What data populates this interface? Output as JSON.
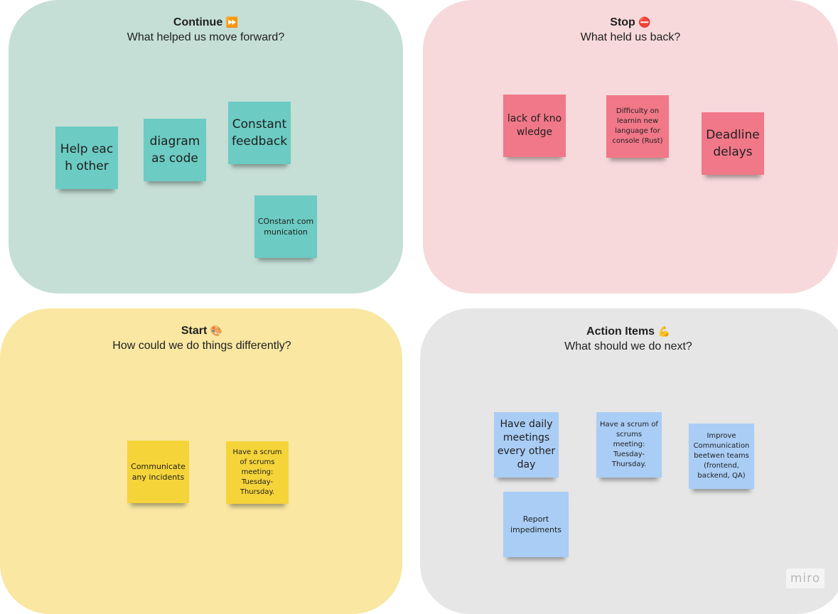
{
  "panels": {
    "continue": {
      "title": "Continue",
      "emoji": "⏩",
      "subtitle": "What helped us move forward?",
      "color": "#c5dfd7"
    },
    "stop": {
      "title": "Stop",
      "emoji": "⛔",
      "subtitle": "What held us back?",
      "color": "#f7d9db"
    },
    "start": {
      "title": "Start",
      "emoji": "🎨",
      "subtitle": "How could we do things differently?",
      "color": "#f9e7a2"
    },
    "action": {
      "title": "Action Items",
      "emoji": "💪",
      "subtitle": "What should we do next?",
      "color": "#e6e6e6"
    }
  },
  "stickies": {
    "continue": [
      "Help each other",
      "diagram as code",
      "Constant feedback",
      "COnstant communication"
    ],
    "stop": [
      "lack of knowledge",
      "Difficulty on learnin new language for console (Rust)",
      "Deadline delays"
    ],
    "start": [
      "Communicate any incidents",
      "Have a scrum of scrums meeting: Tuesday-Thursday."
    ],
    "action": [
      "Have daily meetings every other day",
      "Have a scrum of scrums meeting: Tuesday-Thursday.",
      "Improve Communication beetwen teams (frontend, backend, QA)",
      "Report impediments"
    ]
  },
  "sticky_colors": {
    "continue": "#6ccbc2",
    "stop": "#f07888",
    "start": "#f5d43a",
    "action": "#a9cdf5"
  },
  "brand": {
    "logo_text": "miro"
  }
}
